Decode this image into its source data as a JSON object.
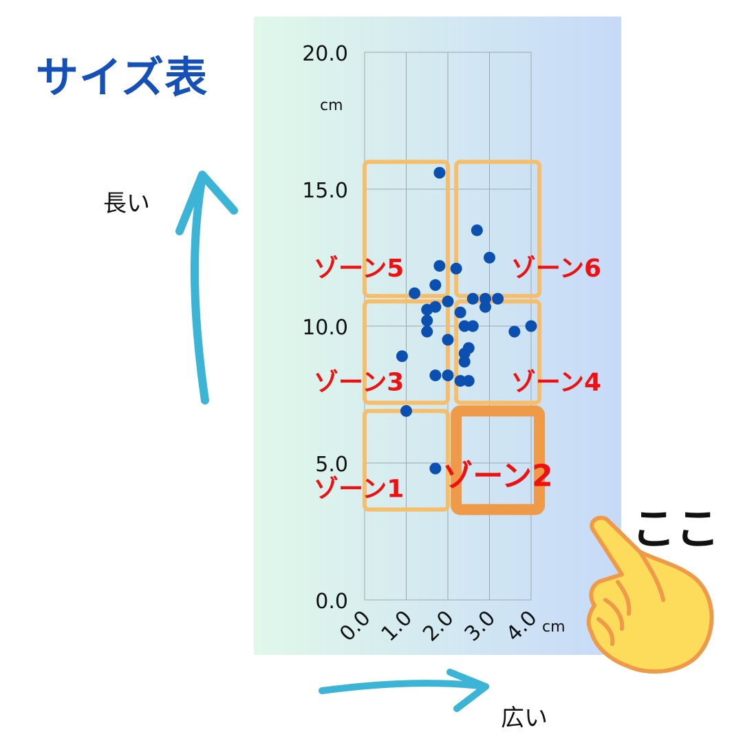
{
  "title": "サイズ表",
  "labels": {
    "long": "長い",
    "wide": "広い",
    "here": "ここ"
  },
  "colors": {
    "title": "#1450b8",
    "points": "#0b4fb0",
    "zone_border": "#f6be6a",
    "highlight_zone_border": "#ee9a48",
    "zone_label": "#ee1111",
    "arrow": "#3cb4d6",
    "background_left": "#e0f8ea",
    "background_right": "#c6daf8"
  },
  "icons": [
    "pointing-hand-icon",
    "arrow-up-icon",
    "arrow-right-icon"
  ],
  "chart_data": {
    "type": "scatter",
    "title": "",
    "x_ticks": [
      "0.0",
      "1.0",
      "2.0",
      "3.0",
      "4.0"
    ],
    "y_ticks": [
      "0.0",
      "5.0",
      "10.0",
      "15.0",
      "20.0"
    ],
    "x_unit": "cm",
    "y_unit": "cm",
    "xlim": [
      0,
      4
    ],
    "ylim": [
      0,
      20
    ],
    "grid": true,
    "points": [
      {
        "x": 1.8,
        "y": 15.6
      },
      {
        "x": 2.7,
        "y": 13.5
      },
      {
        "x": 3.0,
        "y": 12.5
      },
      {
        "x": 1.8,
        "y": 12.2
      },
      {
        "x": 2.2,
        "y": 12.1
      },
      {
        "x": 1.7,
        "y": 11.5
      },
      {
        "x": 1.2,
        "y": 11.2
      },
      {
        "x": 2.0,
        "y": 10.9
      },
      {
        "x": 2.6,
        "y": 11.0
      },
      {
        "x": 2.9,
        "y": 11.0
      },
      {
        "x": 3.2,
        "y": 11.0
      },
      {
        "x": 1.5,
        "y": 10.6
      },
      {
        "x": 1.7,
        "y": 10.7
      },
      {
        "x": 2.9,
        "y": 10.7
      },
      {
        "x": 2.3,
        "y": 10.5
      },
      {
        "x": 1.5,
        "y": 10.2
      },
      {
        "x": 2.4,
        "y": 10.0
      },
      {
        "x": 2.6,
        "y": 10.0
      },
      {
        "x": 4.0,
        "y": 10.0
      },
      {
        "x": 1.5,
        "y": 9.8
      },
      {
        "x": 3.6,
        "y": 9.8
      },
      {
        "x": 2.0,
        "y": 9.5
      },
      {
        "x": 2.5,
        "y": 9.2
      },
      {
        "x": 2.4,
        "y": 9.0
      },
      {
        "x": 0.9,
        "y": 8.9
      },
      {
        "x": 2.4,
        "y": 8.7
      },
      {
        "x": 1.7,
        "y": 8.2
      },
      {
        "x": 2.0,
        "y": 8.2
      },
      {
        "x": 2.3,
        "y": 8.0
      },
      {
        "x": 2.5,
        "y": 8.0
      },
      {
        "x": 1.0,
        "y": 6.9
      },
      {
        "x": 1.7,
        "y": 4.8
      }
    ],
    "zones": [
      {
        "label": "ゾーン1",
        "x": [
          0.0,
          2.0
        ],
        "y": [
          3.3,
          6.9
        ],
        "highlight": false
      },
      {
        "label": "ゾーン2",
        "x": [
          2.2,
          4.2
        ],
        "y": [
          3.3,
          6.9
        ],
        "highlight": true
      },
      {
        "label": "ゾーン3",
        "x": [
          0.0,
          2.0
        ],
        "y": [
          7.2,
          10.9
        ],
        "highlight": false
      },
      {
        "label": "ゾーン4",
        "x": [
          2.2,
          4.2
        ],
        "y": [
          7.2,
          10.9
        ],
        "highlight": false
      },
      {
        "label": "ゾーン5",
        "x": [
          0.0,
          2.0
        ],
        "y": [
          11.1,
          16.0
        ],
        "highlight": false
      },
      {
        "label": "ゾーン6",
        "x": [
          2.2,
          4.2
        ],
        "y": [
          11.1,
          16.0
        ],
        "highlight": false
      }
    ]
  }
}
